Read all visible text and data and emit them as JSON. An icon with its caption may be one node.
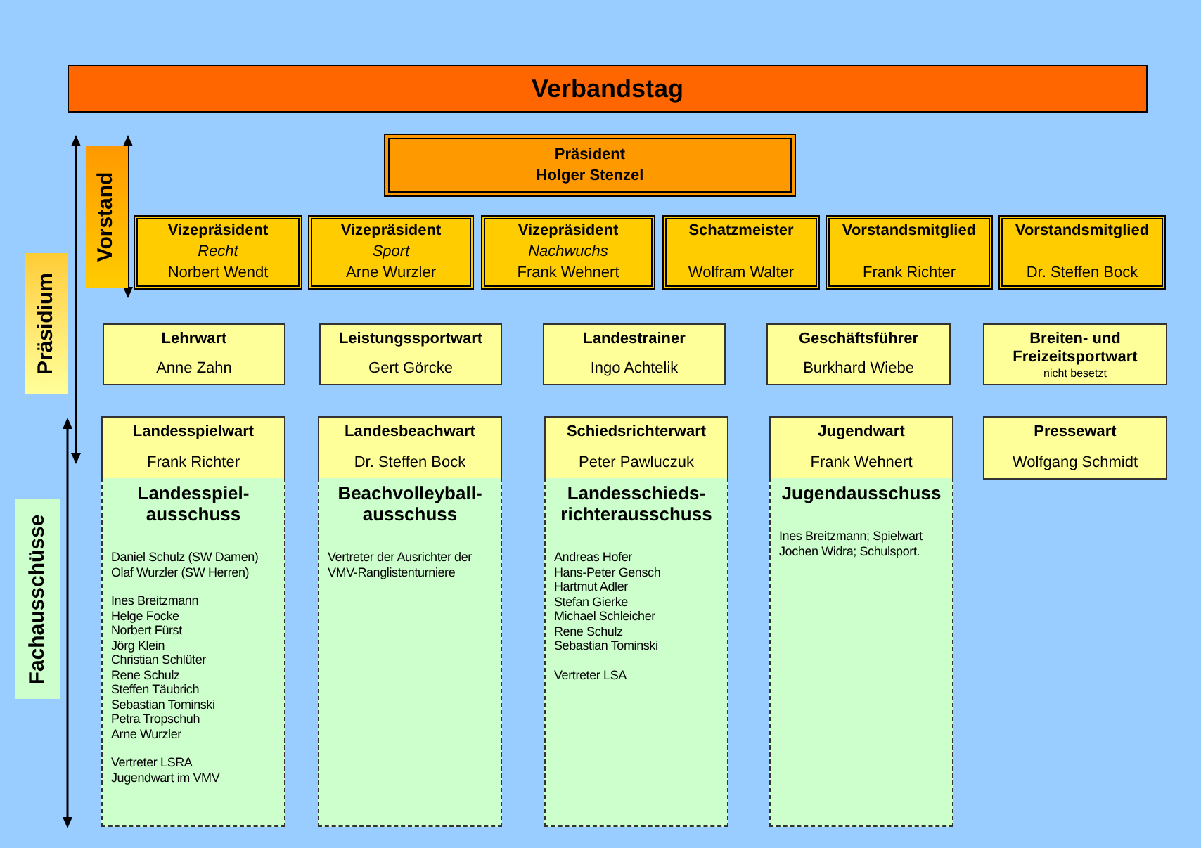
{
  "diagram": {
    "nodes": [
      {
        "text": [
          "Verbandstag"
        ]
      },
      {
        "text": [
          "Präsident",
          "Holger Stenzel"
        ]
      },
      {
        "text": [
          "Vorstand"
        ]
      },
      {
        "text": [
          "Präsidium"
        ]
      },
      {
        "text": [
          "Vizepräsident",
          "Recht",
          "Norbert Wendt"
        ]
      },
      {
        "text": [
          "Vizepräsident",
          "Sport",
          "Arne Wurzler"
        ]
      },
      {
        "text": [
          "Vizepräsident",
          "Nachwuchs",
          "Frank Wehnert"
        ]
      },
      {
        "text": [
          "Schatzmeister",
          "Wolfram Walter"
        ]
      },
      {
        "text": [
          "Vorstandsmitglied",
          "Frank Richter"
        ]
      },
      {
        "text": [
          "Vorstandsmitglied",
          "Dr. Steffen Bock"
        ]
      },
      {
        "text": [
          "Lehrwart",
          "Anne Zahn"
        ]
      },
      {
        "text": [
          "Leistungssportwart",
          "Gert Görcke"
        ]
      },
      {
        "text": [
          "Landestrainer",
          "Ingo Achtelik"
        ]
      },
      {
        "text": [
          "Geschäftsführer",
          "Burkhard Wiebe"
        ]
      },
      {
        "text": [
          "Breiten- und Freizeitsportwart",
          "nicht besetzt"
        ]
      },
      {
        "text": [
          "Fachausschüsse"
        ]
      },
      {
        "text": [
          "Landesspielwart",
          "Frank Richter"
        ]
      },
      {
        "text": [
          "Landesbeachwart",
          "Dr. Steffen Bock"
        ]
      },
      {
        "text": [
          "Schiedsrichterwart",
          "Peter Pawluczuk"
        ]
      },
      {
        "text": [
          "Jugendwart",
          "Frank Wehnert"
        ]
      },
      {
        "text": [
          "Pressewart",
          "Wolfgang Schmidt"
        ]
      },
      {
        "text": [
          "Landesspiel- ausschuss",
          "Daniel Schulz (SW Damen)",
          "Olaf Wurzler (SW Herren)",
          "Ines Breitzmann",
          "Helge Focke",
          "Norbert Fürst",
          "Jörg Klein",
          "Christian Schlüter",
          "Rene Schulz",
          "Steffen Täubrich",
          "Sebastian Tominski",
          "Petra Tropschuh",
          "Arne Wurzler",
          "Vertreter LSRA",
          "Jugendwart im VMV"
        ]
      },
      {
        "text": [
          "Beachvolleyball- ausschuss",
          "Vertreter der Ausrichter der VMV-Ranglistenturniere"
        ]
      },
      {
        "text": [
          "Landesschieds- richterausschuss",
          "Andreas Hofer",
          "Hans-Peter Gensch",
          "Hartmut Adler",
          "Stefan Gierke",
          "Michael Schleicher",
          "Rene Schulz",
          "Sebastian Tominski",
          "Vertreter LSA"
        ]
      },
      {
        "text": [
          "Jugendausschuss",
          "Ines Breitzmann; Spielwart",
          "Jochen Widra; Schulsport."
        ]
      }
    ]
  }
}
